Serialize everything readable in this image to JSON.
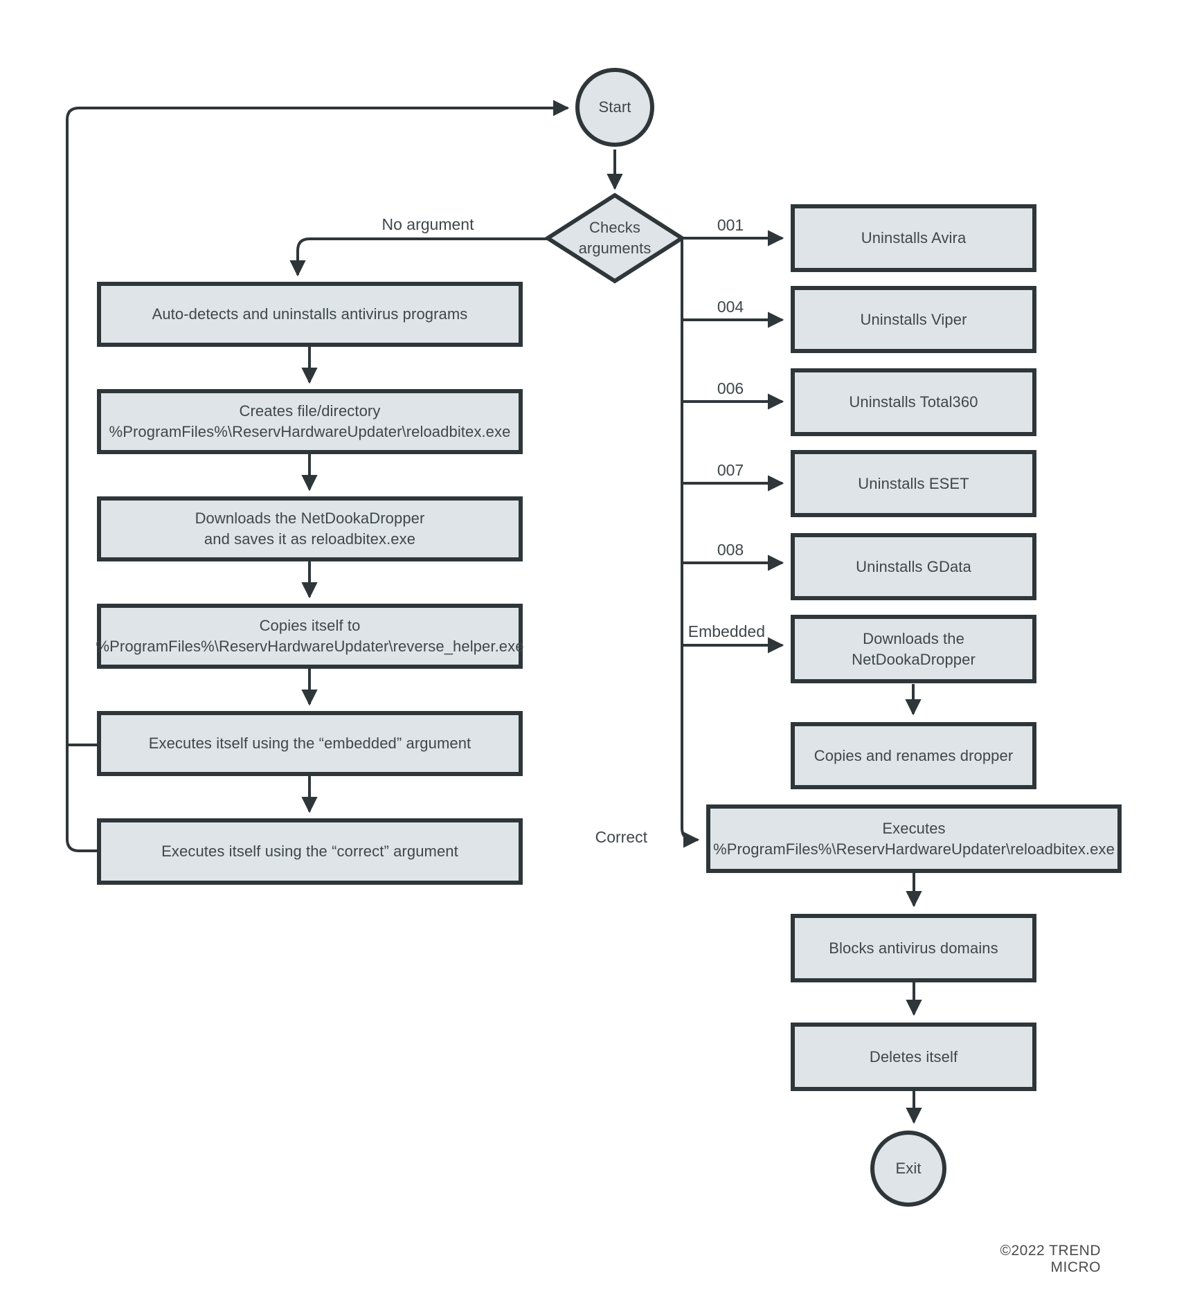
{
  "colors": {
    "background": "#ffffff",
    "node_fill": "#dee4e7",
    "stroke": "#2e3639",
    "text": "#3f474b"
  },
  "nodes": {
    "start": {
      "label": "Start"
    },
    "checks_arguments": {
      "label": "Checks\narguments"
    },
    "left": [
      {
        "label": "Auto-detects and uninstalls antivirus programs"
      },
      {
        "label": "Creates file/directory\n%ProgramFiles%\\ReservHardwareUpdater\\reloadbitex.exe"
      },
      {
        "label": "Downloads the NetDookaDropper\nand saves it as reloadbitex.exe"
      },
      {
        "label": "Copies itself to\n%ProgramFiles%\\ReservHardwareUpdater\\reverse_helper.exe"
      },
      {
        "label": "Executes itself using the “embedded” argument"
      },
      {
        "label": "Executes itself using the “correct” argument"
      }
    ],
    "right": [
      {
        "label": "Uninstalls Avira"
      },
      {
        "label": "Uninstalls Viper"
      },
      {
        "label": "Uninstalls Total360"
      },
      {
        "label": "Uninstalls ESET"
      },
      {
        "label": "Uninstalls GData"
      },
      {
        "label": "Downloads the NetDookaDropper"
      },
      {
        "label": "Copies and renames dropper"
      }
    ],
    "executes_wide": {
      "label": "Executes\n%ProgramFiles%\\ReservHardwareUpdater\\reloadbitex.exe"
    },
    "blocks_domains": {
      "label": "Blocks antivirus domains"
    },
    "deletes_itself": {
      "label": "Deletes itself"
    },
    "exit": {
      "label": "Exit"
    }
  },
  "edge_labels": {
    "no_argument": "No argument",
    "b001": "001",
    "b004": "004",
    "b006": "006",
    "b007": "007",
    "b008": "008",
    "embedded": "Embedded",
    "correct": "Correct"
  },
  "footer": {
    "copyright": "©2022 TREND MICRO"
  }
}
